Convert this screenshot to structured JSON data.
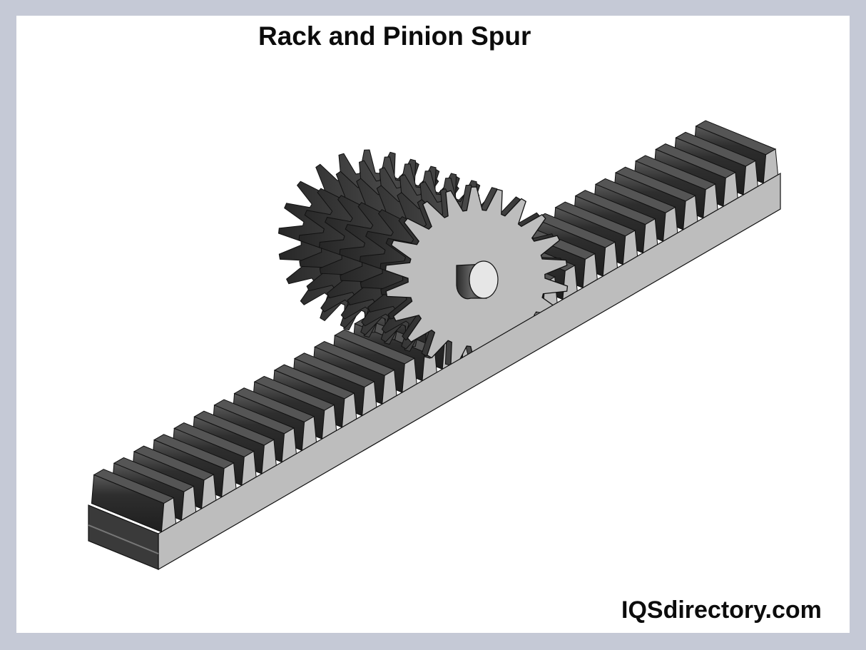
{
  "title": "Rack and Pinion Spur",
  "brand": "IQSdirectory.com",
  "colors": {
    "background_border": "#c5c9d6",
    "panel": "#ffffff",
    "tooth_dark": "#3a3a3a",
    "tooth_highlight": "#6e6e6e",
    "face_gray": "#bdbdbd",
    "shaft_end": "#e6e6e6"
  },
  "illustration": {
    "rack_teeth": 31,
    "pinion_teeth": 22
  }
}
